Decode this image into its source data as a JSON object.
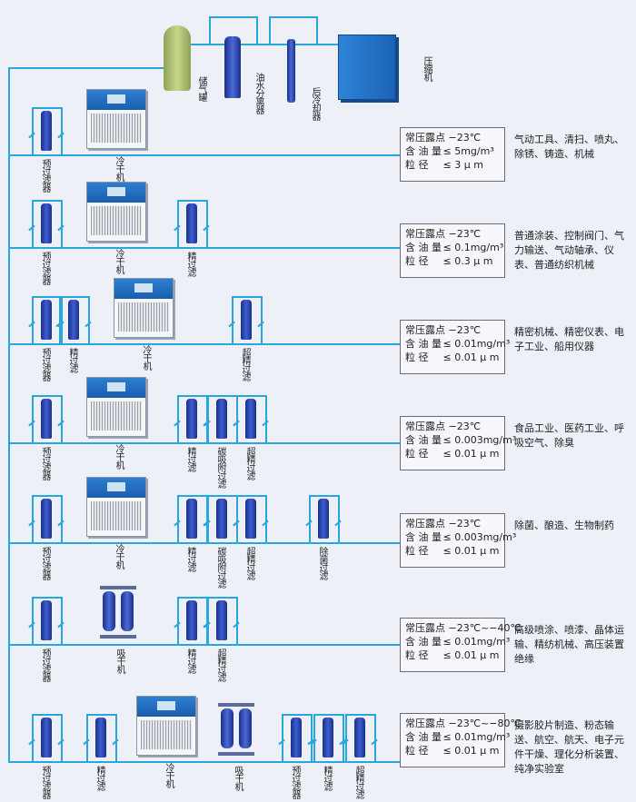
{
  "top": {
    "tank_label": "储气罐",
    "separator_label": "油水分离器",
    "aftercooler_label": "后冷却器",
    "compressor_label": "压缩机"
  },
  "rows": [
    {
      "components": [
        {
          "type": "filter",
          "label": "预过滤器"
        },
        {
          "type": "dryer",
          "label": "冷干机"
        }
      ],
      "spec": {
        "dew_label": "常压露点",
        "dew": "−23℃",
        "oil_label": "含 油 量",
        "oil": "≤ 5mg/m³",
        "particle_label": "粒    径",
        "particle": "≤ 3 μ m"
      },
      "application": "气动工具、清扫、喷丸、除锈、铸造、机械"
    },
    {
      "components": [
        {
          "type": "filter",
          "label": "预过滤器"
        },
        {
          "type": "dryer",
          "label": "冷干机"
        },
        {
          "type": "filter",
          "label": "精过滤"
        }
      ],
      "spec": {
        "dew_label": "常压露点",
        "dew": "−23℃",
        "oil_label": "含 油 量",
        "oil": "≤ 0.1mg/m³",
        "particle_label": "粒    径",
        "particle": "≤ 0.3 μ m"
      },
      "application": "普通涂装、控制阀门、气力输送、气动轴承、仪表、普通纺织机械"
    },
    {
      "components": [
        {
          "type": "filter",
          "label": "预过滤器"
        },
        {
          "type": "filter",
          "label": "精过滤"
        },
        {
          "type": "dryer",
          "label": "冷干机"
        },
        {
          "type": "filter",
          "label": "超精过滤"
        }
      ],
      "spec": {
        "dew_label": "常压露点",
        "dew": "−23℃",
        "oil_label": "含 油 量",
        "oil": "≤ 0.01mg/m³",
        "particle_label": "粒    径",
        "particle": "≤ 0.01 μ m"
      },
      "application": "精密机械、精密仪表、电子工业、船用仪器"
    },
    {
      "components": [
        {
          "type": "filter",
          "label": "预过滤器"
        },
        {
          "type": "dryer",
          "label": "冷干机"
        },
        {
          "type": "filter",
          "label": "精过滤"
        },
        {
          "type": "filter",
          "label": "碳吸附过滤"
        },
        {
          "type": "filter",
          "label": "超精过滤"
        }
      ],
      "spec": {
        "dew_label": "常压露点",
        "dew": "−23℃",
        "oil_label": "含 油 量",
        "oil": "≤ 0.003mg/m³",
        "particle_label": "粒    径",
        "particle": "≤ 0.01 μ m"
      },
      "application": "食品工业、医药工业、呼吸空气、除臭"
    },
    {
      "components": [
        {
          "type": "filter",
          "label": "预过滤器"
        },
        {
          "type": "dryer",
          "label": "冷干机"
        },
        {
          "type": "filter",
          "label": "精过滤"
        },
        {
          "type": "filter",
          "label": "碳吸附过滤"
        },
        {
          "type": "filter",
          "label": "超精过滤"
        },
        {
          "type": "filter",
          "label": "除菌过滤"
        }
      ],
      "spec": {
        "dew_label": "常压露点",
        "dew": "−23℃",
        "oil_label": "含 油 量",
        "oil": "≤ 0.003mg/m³",
        "particle_label": "粒    径",
        "particle": "≤ 0.01 μ m"
      },
      "application": "除菌、酿造、生物制药"
    },
    {
      "components": [
        {
          "type": "filter",
          "label": "预过滤器"
        },
        {
          "type": "adsorption",
          "label": "吸干机"
        },
        {
          "type": "filter",
          "label": "精过滤"
        },
        {
          "type": "filter",
          "label": "超精过滤"
        }
      ],
      "spec": {
        "dew_label": "常压露点",
        "dew": "−23℃~−40℃",
        "oil_label": "含 油 量",
        "oil": "≤ 0.01mg/m³",
        "particle_label": "粒    径",
        "particle": "≤ 0.01 μ m"
      },
      "application": "高级喷涂、喷漆、晶体运输、精纺机械、高压装置绝缘"
    },
    {
      "components": [
        {
          "type": "filter",
          "label": "预过滤器"
        },
        {
          "type": "filter",
          "label": "精过滤"
        },
        {
          "type": "dryer",
          "label": "冷干机"
        },
        {
          "type": "adsorption",
          "label": "吸干机"
        },
        {
          "type": "filter",
          "label": "预过滤器"
        },
        {
          "type": "filter",
          "label": "精过滤"
        },
        {
          "type": "filter",
          "label": "超精过滤"
        }
      ],
      "spec": {
        "dew_label": "常压露点",
        "dew": "−23℃~−80℃",
        "oil_label": "含 油 量",
        "oil": "≤ 0.01mg/m³",
        "particle_label": "粒    径",
        "particle": "≤ 0.01 μ m"
      },
      "application": "摄影胶片制造、粉态输送、航空、航天、电子元件干燥、理化分析装置、纯净实验室"
    }
  ],
  "colors": {
    "pipe": "#2aa6de",
    "equipment_blue": "#1b5eae",
    "filter_blue": "#2a44b0"
  }
}
